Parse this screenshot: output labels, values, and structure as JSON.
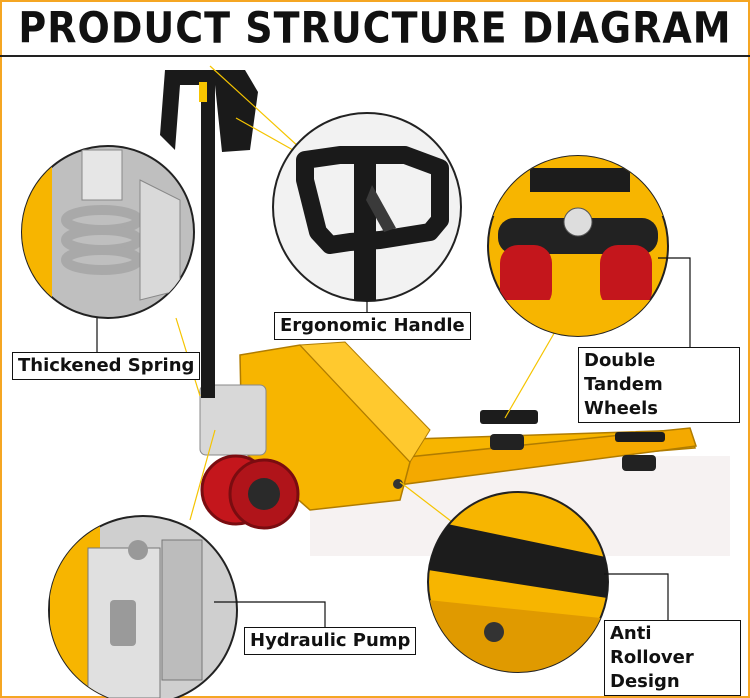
{
  "title": "PRODUCT STRUCTURE DIAGRAM",
  "colors": {
    "frame": "#f5a623",
    "body_yellow": "#f7b500",
    "wheel_red": "#c4161c",
    "handle_black": "#1a1a1a",
    "leader_line": "#f5c400"
  },
  "callouts": [
    {
      "id": "ergonomic-handle",
      "label": "Ergonomic Handle"
    },
    {
      "id": "double-tandem-wheels",
      "label": "Double Tandem Wheels"
    },
    {
      "id": "thickened-spring",
      "label": "Thickened Spring"
    },
    {
      "id": "hydraulic-pump",
      "label": "Hydraulic Pump"
    },
    {
      "id": "anti-rollover-design",
      "label": "Anti Rollover Design"
    }
  ]
}
